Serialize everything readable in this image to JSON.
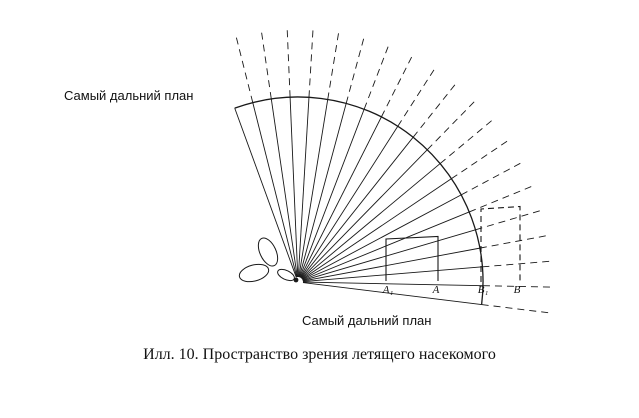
{
  "diagram": {
    "label_far_plane_top": "Самый дальний план",
    "label_far_plane_bottom": "Самый дальний план",
    "caption": "Илл. 10. Пространство зрения летящего насекомого",
    "markers": {
      "a1": "А₁",
      "a": "А",
      "b1": "В₁",
      "b": "В"
    },
    "colors": {
      "line": "#191919",
      "background": "#ffffff"
    }
  }
}
